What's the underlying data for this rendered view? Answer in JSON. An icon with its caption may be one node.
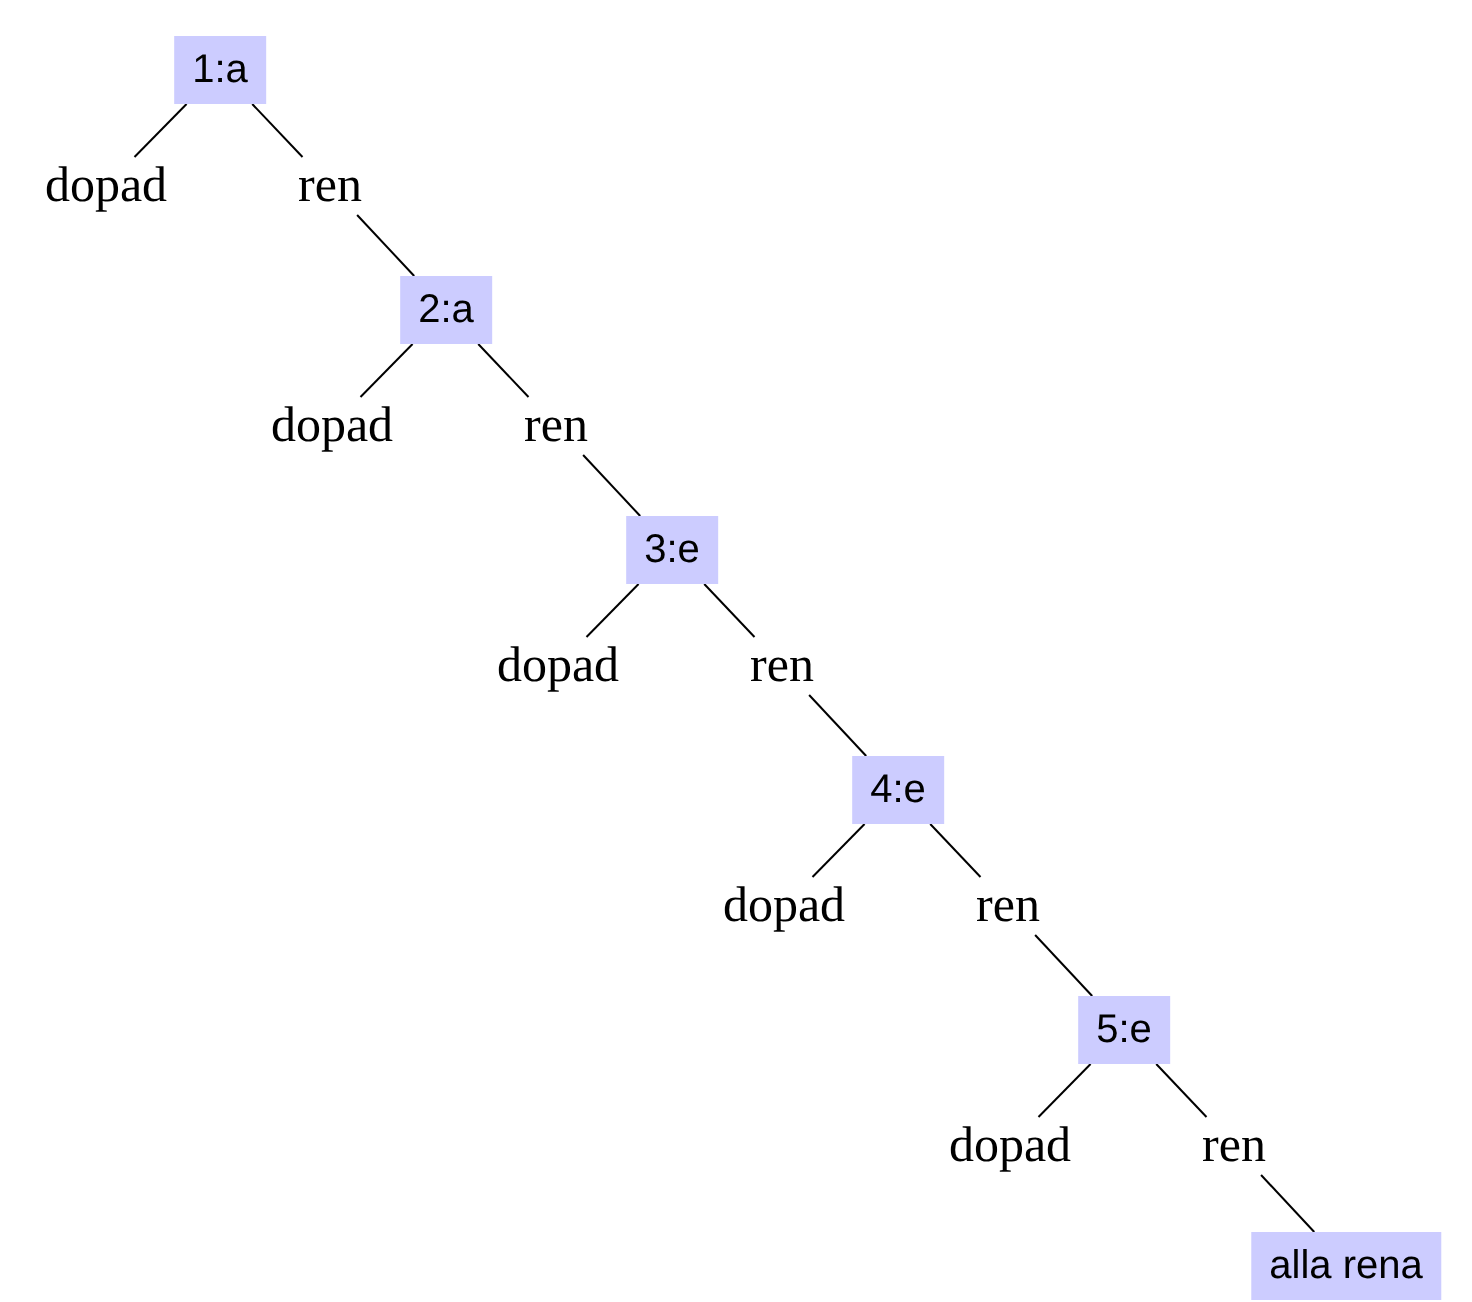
{
  "diagram": {
    "nodes": [
      {
        "text": [
          "1:a"
        ]
      },
      {
        "text": [
          "dopad"
        ]
      },
      {
        "text": [
          "ren"
        ]
      },
      {
        "text": [
          "2:a"
        ]
      },
      {
        "text": [
          "dopad"
        ]
      },
      {
        "text": [
          "ren"
        ]
      },
      {
        "text": [
          "3:e"
        ]
      },
      {
        "text": [
          "dopad"
        ]
      },
      {
        "text": [
          "ren"
        ]
      },
      {
        "text": [
          "4:e"
        ]
      },
      {
        "text": [
          "dopad"
        ]
      },
      {
        "text": [
          "ren"
        ]
      },
      {
        "text": [
          "5:e"
        ]
      },
      {
        "text": [
          "dopad"
        ]
      },
      {
        "text": [
          "ren"
        ]
      },
      {
        "text": [
          "alla rena"
        ]
      }
    ],
    "edges": [
      {
        "from": 0,
        "to": 1,
        "arrow": "none"
      },
      {
        "from": 0,
        "to": 2,
        "arrow": "none"
      },
      {
        "from": 2,
        "to": 3,
        "arrow": "none"
      },
      {
        "from": 3,
        "to": 4,
        "arrow": "none"
      },
      {
        "from": 3,
        "to": 5,
        "arrow": "none"
      },
      {
        "from": 5,
        "to": 6,
        "arrow": "none"
      },
      {
        "from": 6,
        "to": 7,
        "arrow": "none"
      },
      {
        "from": 6,
        "to": 8,
        "arrow": "none"
      },
      {
        "from": 8,
        "to": 9,
        "arrow": "none"
      },
      {
        "from": 9,
        "to": 10,
        "arrow": "none"
      },
      {
        "from": 9,
        "to": 11,
        "arrow": "none"
      },
      {
        "from": 11,
        "to": 12,
        "arrow": "none"
      },
      {
        "from": 12,
        "to": 13,
        "arrow": "none"
      },
      {
        "from": 12,
        "to": 14,
        "arrow": "none"
      },
      {
        "from": 14,
        "to": 15,
        "arrow": "none"
      }
    ]
  }
}
